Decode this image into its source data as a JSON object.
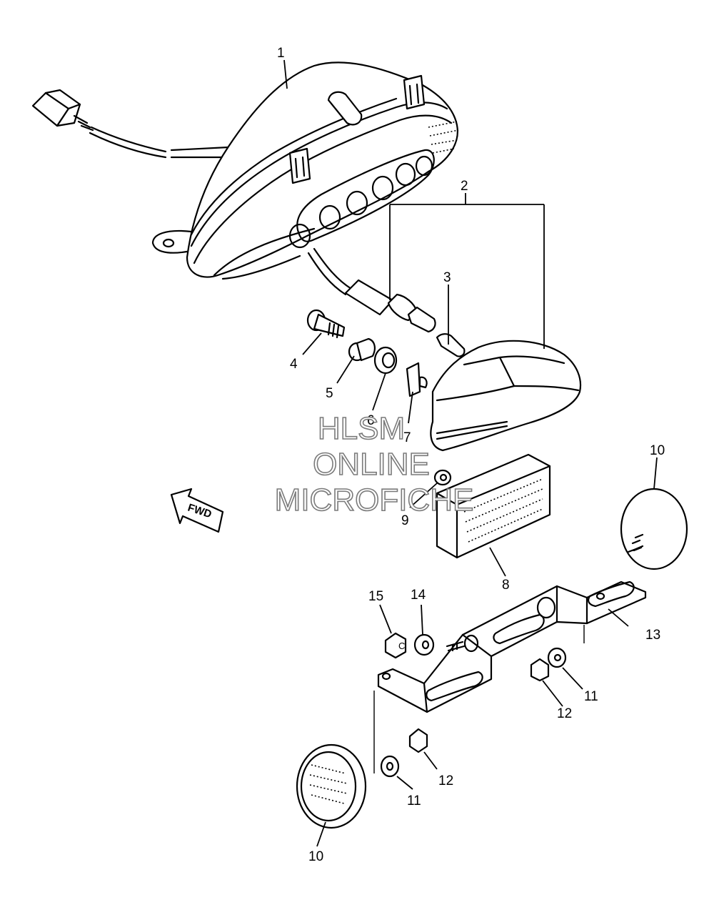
{
  "callouts": {
    "c1": "1",
    "c2": "2",
    "c3": "3",
    "c4": "4",
    "c5": "5",
    "c6": "6",
    "c7": "7",
    "c8": "8",
    "c9": "9",
    "c10a": "10",
    "c10b": "10",
    "c11a": "11",
    "c11b": "11",
    "c12a": "12",
    "c12b": "12",
    "c13": "13",
    "c14": "14",
    "c15": "15"
  },
  "watermark": {
    "line1": "HLSM",
    "line2": "ONLINE",
    "line3": "MICROFICHE"
  },
  "direction": {
    "label": "FWD"
  }
}
